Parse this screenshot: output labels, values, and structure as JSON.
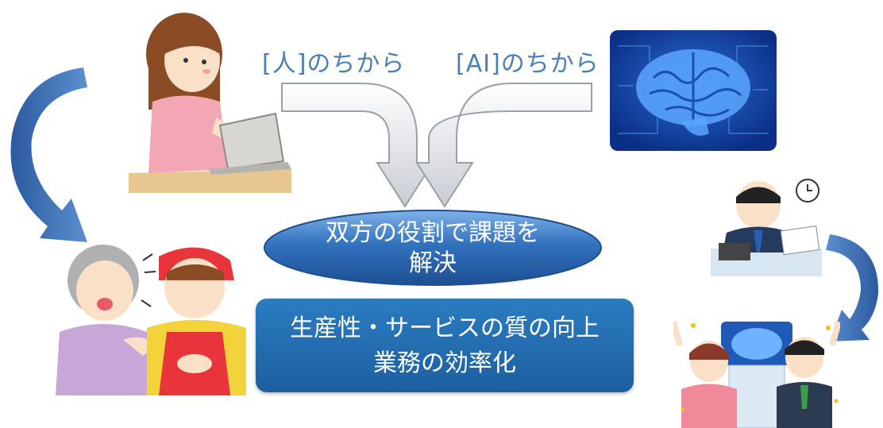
{
  "labels": {
    "human": "[人]のちから",
    "ai": "[AI]のちから"
  },
  "center": {
    "line1": "双方の役割で課題を",
    "line2": "解決"
  },
  "result": {
    "line1": "生産性・サービスの質の向上",
    "line2": "業務の効率化"
  },
  "colors": {
    "arrow_blue": "#3b6fb0",
    "label_blue": "#4a7fb5",
    "ellipse_blue": "#2f6fba",
    "box_blue": "#2470b5"
  },
  "icons": [
    "woman-laptop-illustration",
    "brain-circuit-illustration",
    "elderly-caregiver-illustration",
    "busy-office-worker-illustration",
    "happy-people-ai-illustration"
  ]
}
